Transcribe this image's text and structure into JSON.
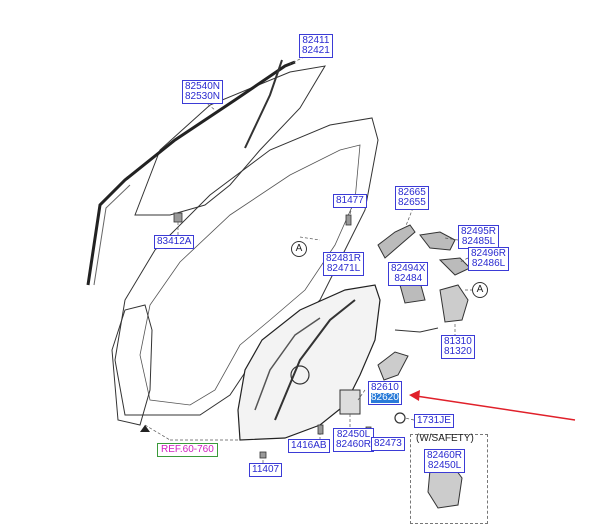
{
  "diagram": {
    "labels": {
      "l82411": [
        "82411",
        "82421"
      ],
      "l82540": [
        "82540N",
        "82530N"
      ],
      "l81477": [
        "81477"
      ],
      "l82665": [
        "82665",
        "82655"
      ],
      "l82495": [
        "82495R",
        "82485L"
      ],
      "l82496": [
        "82496R",
        "82486L"
      ],
      "l83412": [
        "83412A"
      ],
      "l82481": [
        "82481R",
        "82471L"
      ],
      "l82494": [
        "82494X",
        "82484"
      ],
      "l81310": [
        "81310",
        "81320"
      ],
      "l82610": [
        "82610",
        "82620"
      ],
      "l1731": [
        "1731JE"
      ],
      "l82450": [
        "82450L",
        "82460R"
      ],
      "l82473": [
        "82473"
      ],
      "l1416": [
        "1416AB"
      ],
      "l11407": [
        "11407"
      ],
      "l82460": [
        "82460R",
        "82450L"
      ]
    },
    "ref": "REF.60-760",
    "safety_title": "(W/SAFETY)",
    "callout_a": "A",
    "highlight_color": "#2a7bd8",
    "arrow_color": "#e0202a"
  }
}
